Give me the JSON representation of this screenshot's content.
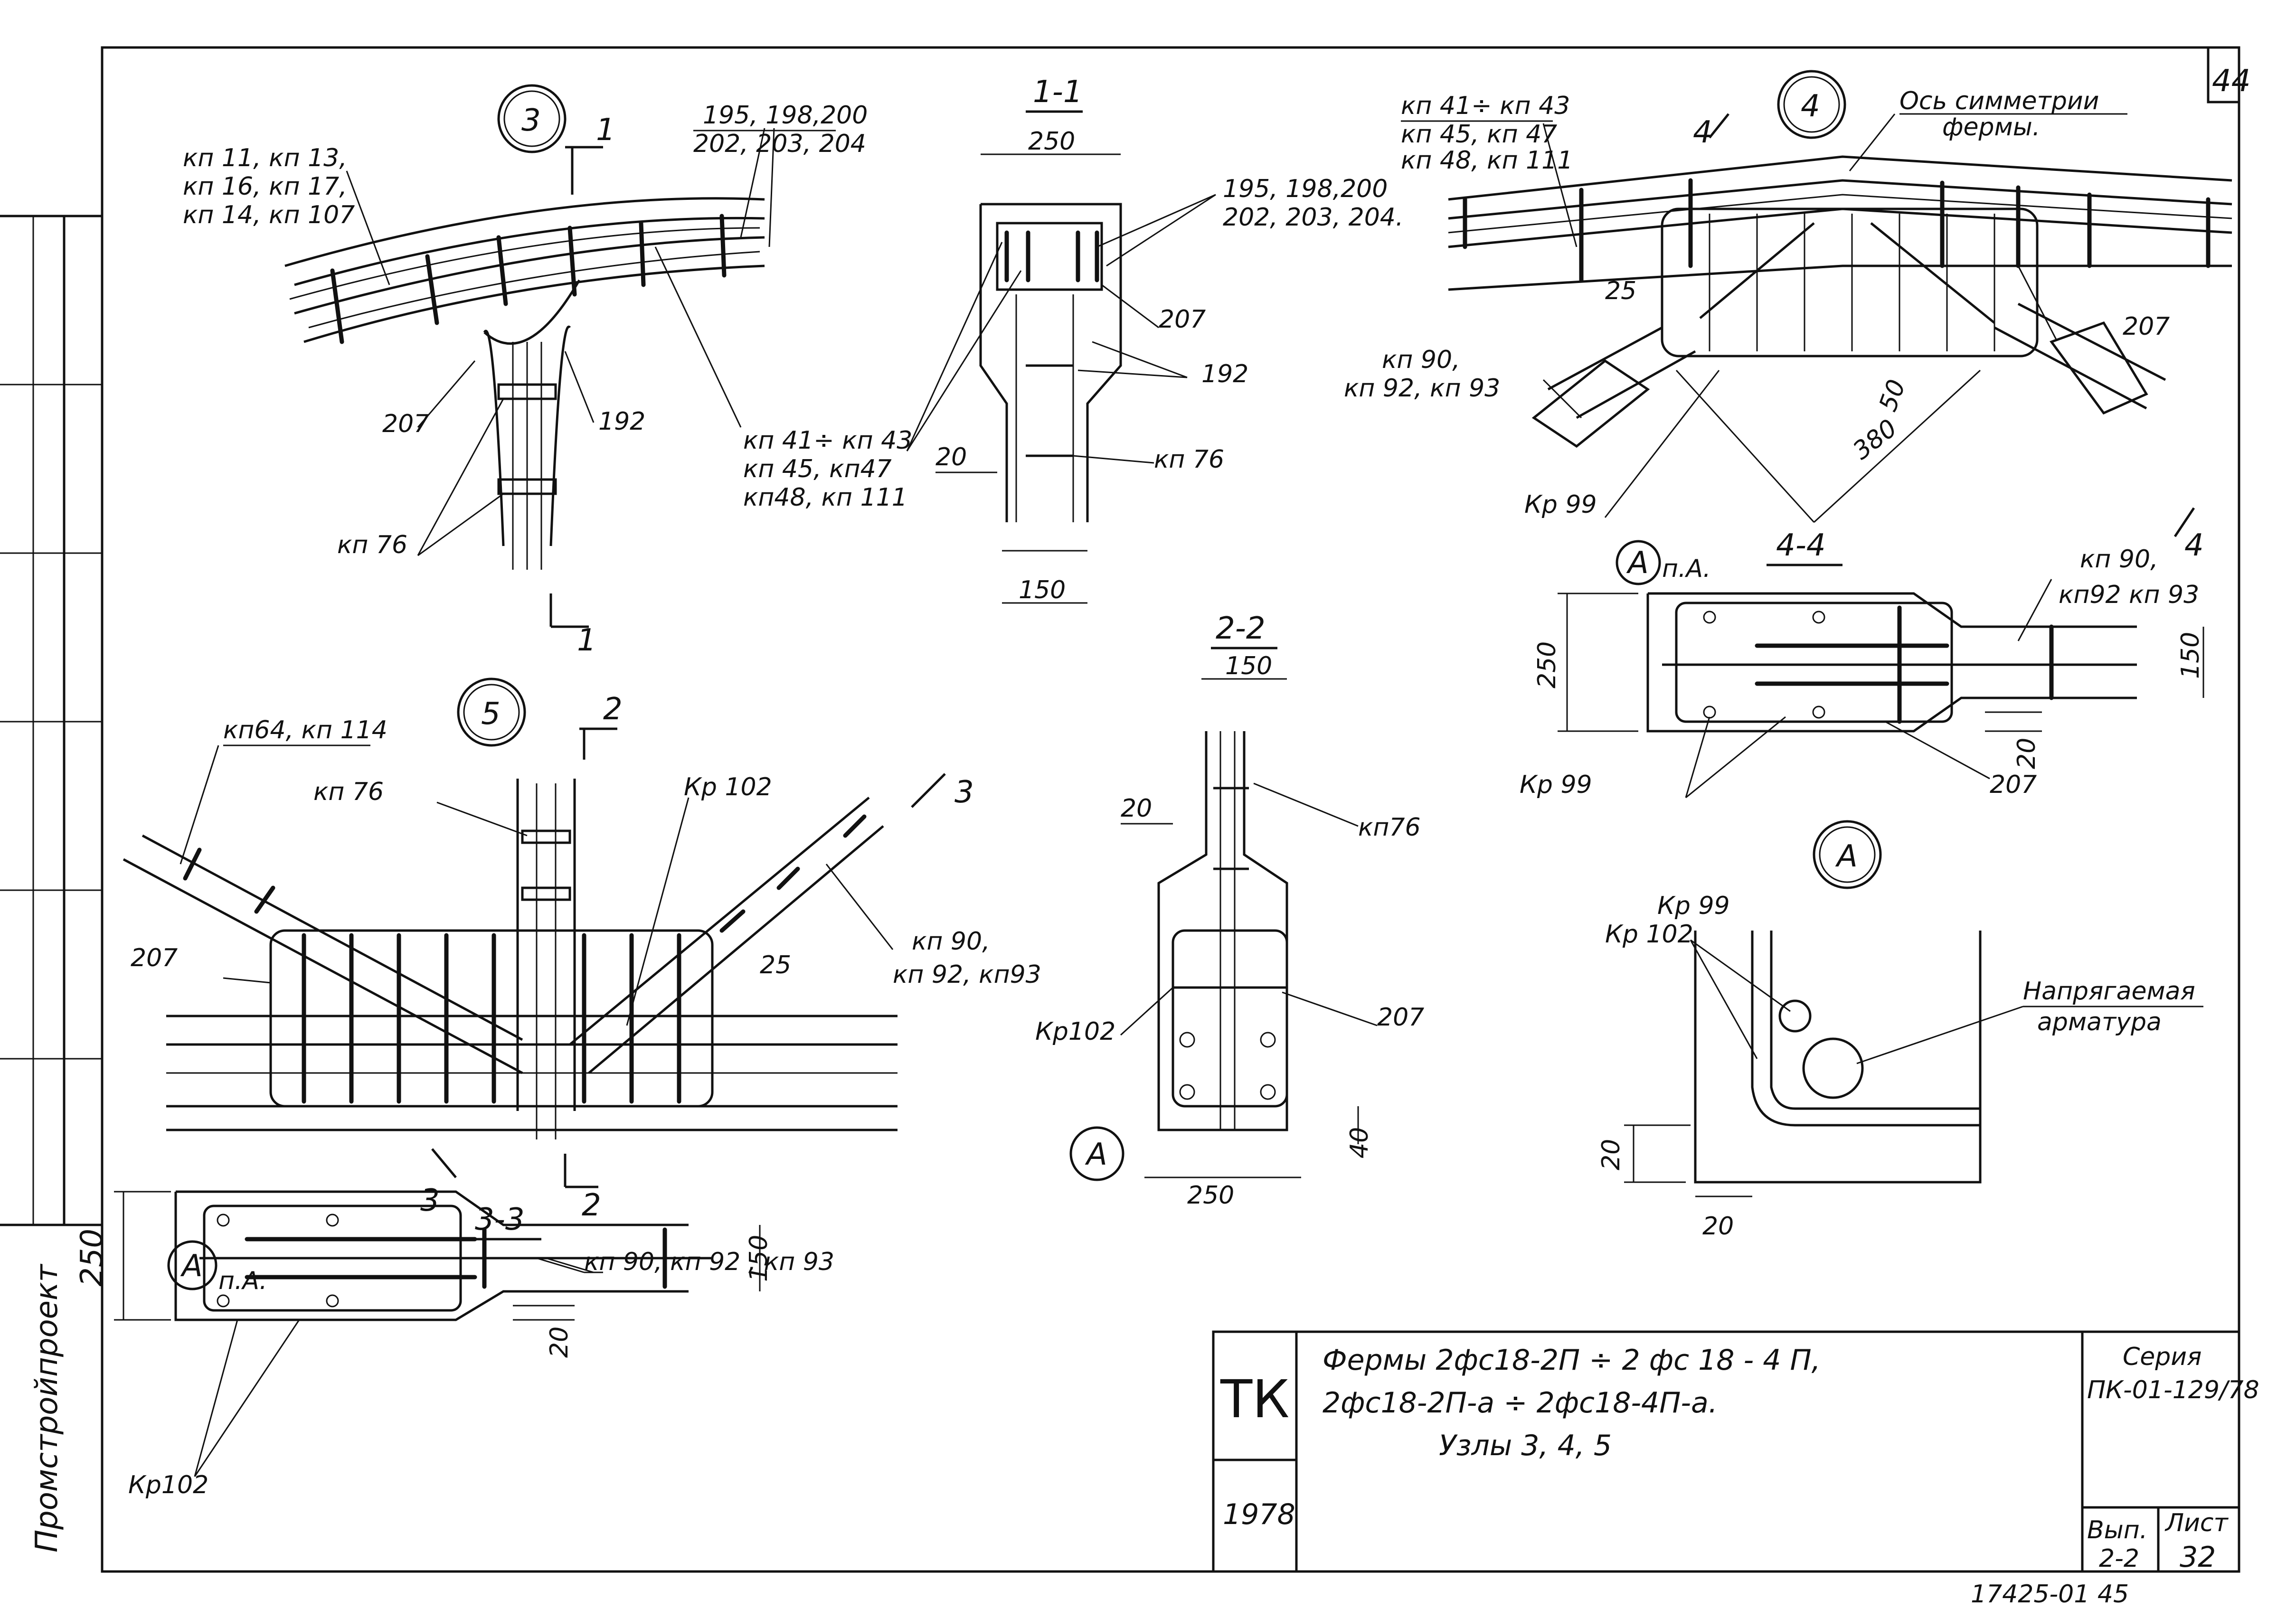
{
  "sheet": {
    "number": "44"
  },
  "node3": {
    "marker": "3",
    "section_mark": "1",
    "labels": {
      "group_left": [
        "кп 11, кп 13,",
        "кп 16, кп 17,",
        "кп 14, кп 107"
      ],
      "group_top": [
        "195,  198,200",
        "202,  203, 204"
      ],
      "l207": "207",
      "l192": "192",
      "kp41": [
        "кп 41÷ кп 43",
        "кп 45, кп47",
        "кп48, кп 111"
      ],
      "kp76": "кп 76"
    }
  },
  "section11": {
    "title": "1-1",
    "dim_top": "250",
    "dim_bottom": "150",
    "dim_left": "20",
    "labels": {
      "bars": [
        "195, 198,200",
        "202, 203, 204."
      ],
      "l207": "207",
      "l192": "192",
      "kp76": "кп 76"
    }
  },
  "node4": {
    "marker": "4",
    "axis_label": [
      "Ось симметрии",
      "фермы."
    ],
    "labels": {
      "group": [
        "кп 41÷ кп 43",
        "кп 45, кп 47",
        "кп 48, кп 111"
      ],
      "l207": "207",
      "kp90": [
        "кп 90,",
        "кп 92,  кп 93"
      ],
      "kr99": "Кр 99",
      "d25": "25",
      "d50": "50",
      "d380": "380",
      "sec_left": "4",
      "sec_right": "4"
    }
  },
  "section44": {
    "title": "4-4",
    "detail_a": "А",
    "pa": "п.А.",
    "dim_250": "250",
    "dim_150": "150",
    "dim_20": "20",
    "labels": {
      "kp90": [
        "кп 90,",
        "кп92  кп 93"
      ],
      "kr99": "Кр 99",
      "l207": "207"
    }
  },
  "node5": {
    "marker": "5",
    "section_mark": "2",
    "labels": {
      "kp64": "кп64, кп 114",
      "kp76": "кп 76",
      "kr102": "Кр 102",
      "l207": "207",
      "kp90": [
        "кп 90,",
        "кп 92,  кп93"
      ],
      "d25": "25",
      "sec3_left": "3",
      "sec3_right": "3",
      "sec3_title": "3-3",
      "sec2_bottom": "2"
    }
  },
  "section22": {
    "title": "2-2",
    "dim_150": "150",
    "dim_20": "20",
    "dim_250": "250",
    "dim_40": "40",
    "detail_a": "А",
    "labels": {
      "kp76": "кп76",
      "kr102": "Кр102",
      "l207": "207"
    }
  },
  "detailA": {
    "marker": "А",
    "labels": {
      "kr": [
        "Кр 99",
        "Кр 102"
      ],
      "strand": [
        "Напрягаемая",
        "арматура"
      ],
      "d20v": "20",
      "d20h": "20"
    }
  },
  "section33": {
    "detail_a": "А",
    "pa": "п.А.",
    "dim_250": "250",
    "dim_150": "150",
    "dim_20": "20",
    "labels": {
      "kp90": "кп 90, кп 92 ,  кп 93",
      "kr102": "Кр102"
    }
  },
  "side": {
    "org": "Промстройпроект"
  },
  "title_block": {
    "tk": "ТК",
    "year": "1978",
    "title": [
      "Фермы 2фс18-2П  ÷  2 фс 18 - 4 П,",
      "2фс18-2П-а ÷ 2фс18-4П-а.",
      "Узлы 3, 4, 5"
    ],
    "series_label": "Серия",
    "series": "ПК-01-129/78",
    "issue_label": "Вып.",
    "issue": "2-2",
    "sheet_label": "Лист",
    "sheet": "32"
  },
  "footer": {
    "code": "17425-01  45"
  }
}
